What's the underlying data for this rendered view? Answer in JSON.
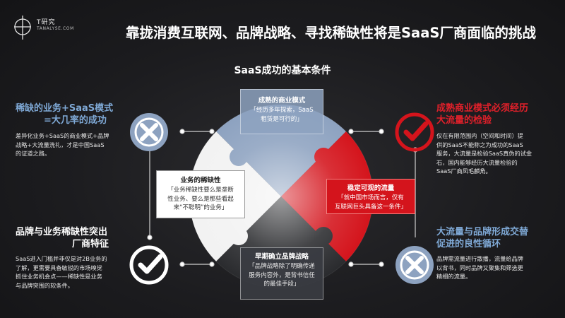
{
  "brand": {
    "name": "T研究",
    "domain": "TANALYSE.COM"
  },
  "title": "靠拢消费互联网、品牌战略、寻找稀缺性将是SaaS厂商面临的挑战",
  "subtitle": "SaaS成功的基本条件",
  "top_left": {
    "heading_line1": "稀缺的业务+SaaS模式",
    "heading_line2": "=大几率的成功",
    "body_line1": "差异化业务+SaaS的商业模式+品牌",
    "body_line2": "战略+大流量洗礼，才是中国SaaS",
    "body_line3": "的证道之路。"
  },
  "bottom_left": {
    "heading_line1": "品牌与业务稀缺性突出",
    "heading_line2": "厂商特征",
    "body_line1": "SaaS进入门槛并非仅是对2B业务的",
    "body_line2": "了解，更需要具备敏锐的市场嗅觉",
    "body_line3": "抓住业务机会点——稀缺性是业务",
    "body_line4": "与品牌突围的软条件。"
  },
  "top_right": {
    "heading_line1": "成熟商业模式必须经历",
    "heading_line2": "大流量的检验",
    "body_line1": "仅在有限范围内（空间和时间）提",
    "body_line2": "供的SaaS不能称之为成功的SaaS",
    "body_line3": "服务，大流量是检验SaaS真伪的试金",
    "body_line4": "石，国内能够经历大流量检验的",
    "body_line5": "SaaS厂商凤毛麟角。"
  },
  "bottom_right": {
    "heading_line1": "大流量与品牌形成交替",
    "heading_line2": "促进的良性循环",
    "body_line1": "品牌需流量进行散播，流量给品牌",
    "body_line2": "以背书，同时品牌又聚集和筛选更",
    "body_line3": "精细的流量。"
  },
  "puzzle": {
    "top": {
      "title": "成熟的商业模式",
      "body_line1": "「经历多年探索，SaaS",
      "body_line2": "租赁是可行的」"
    },
    "left": {
      "title": "业务的稀缺性",
      "body_line1": "「业务稀缺性要么是垄断",
      "body_line2": "性业务、要么是那些看起",
      "body_line3": "来“不聪明”的业务」"
    },
    "right": {
      "title": "稳定可观的流量",
      "body_line1": "「就中国市场而言，仅有",
      "body_line2": "互联网巨头具备这一条件」"
    },
    "bottom": {
      "title": "早期确立品牌战略",
      "body_line1": "「品牌战略除了明确传递",
      "body_line2": "服务内容外，是背书信任",
      "body_line3": "的最佳手段」"
    }
  },
  "colors": {
    "blue": "#7fa9d6",
    "red": "#d4141c",
    "white": "#ffffff",
    "grey": "#8da2c0"
  },
  "icons": {
    "top_left": "x-circle-icon",
    "bottom_left": "check-circle-icon",
    "top_right": "check-circle-icon",
    "bottom_right": "x-circle-icon"
  }
}
